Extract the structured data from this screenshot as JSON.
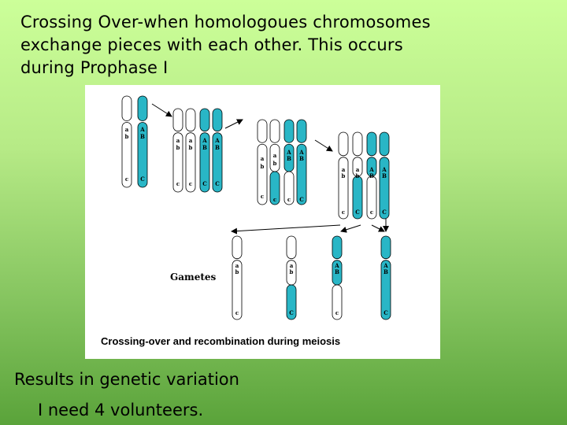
{
  "slide": {
    "title": "Crossing Over-when homologoues chromosomes exchange pieces with each other.  This occurs during Prophase I",
    "line2": "Results in genetic variation",
    "line3": "I need 4 volunteers."
  },
  "figure": {
    "gametes_label": "Gametes",
    "caption": "Crossing-over and recombination  during meiosis",
    "colors": {
      "white_chromosome": "#ffffff",
      "teal_chromosome": "#29b6c6",
      "outline": "#000000"
    },
    "labels": {
      "a": "a",
      "b": "b",
      "c": "c",
      "A": "A",
      "B": "B",
      "C": "C"
    }
  }
}
